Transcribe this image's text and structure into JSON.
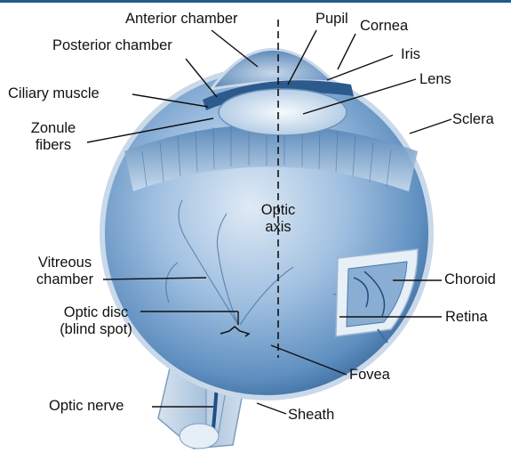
{
  "labels": {
    "anterior_chamber": "Anterior chamber",
    "pupil": "Pupil",
    "cornea": "Cornea",
    "posterior_chamber": "Posterior chamber",
    "iris": "Iris",
    "lens": "Lens",
    "ciliary_muscle": "Ciliary muscle",
    "zonule_fibers_line1": "Zonule",
    "zonule_fibers_line2": "fibers",
    "sclera": "Sclera",
    "optic_axis_line1": "Optic",
    "optic_axis_line2": "axis",
    "vitreous_chamber_line1": "Vitreous",
    "vitreous_chamber_line2": "chamber",
    "choroid": "Choroid",
    "optic_disc_line1": "Optic disc",
    "optic_disc_line2": "(blind spot)",
    "retina": "Retina",
    "fovea": "Fovea",
    "optic_nerve": "Optic nerve",
    "sheath": "Sheath"
  },
  "colors": {
    "eye_dark": "#2e5c8f",
    "eye_mid": "#6f9bc6",
    "eye_light": "#c9dcee",
    "sclera_wall": "#dfe9f3",
    "leader": "#111111"
  }
}
